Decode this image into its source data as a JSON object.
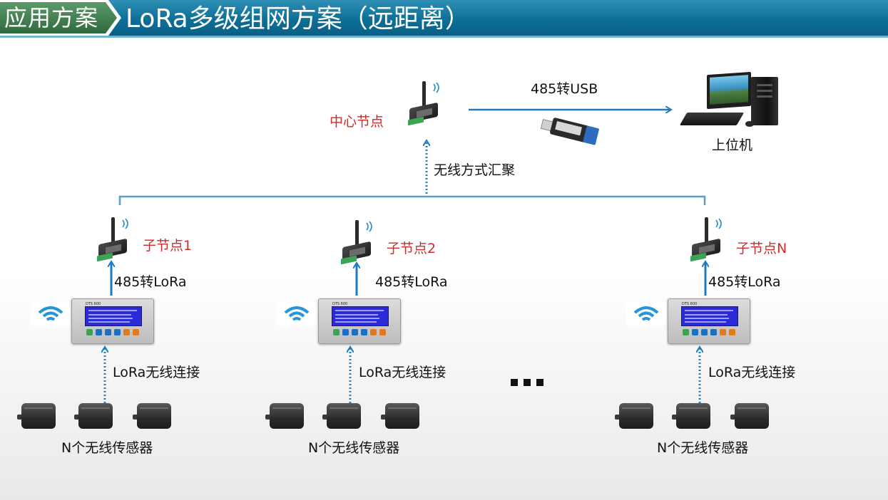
{
  "header": {
    "tag": "应用方案",
    "title": "LoRa多级组网方案（远距离）"
  },
  "central": {
    "node_label": "中心节点",
    "link_label": "485转USB",
    "pc_label": "上位机",
    "aggregate_label": "无线方式汇聚"
  },
  "branches": [
    {
      "node_label": "子节点1",
      "uplink_label": "485转LoRa",
      "wireless_label": "LoRa无线连接",
      "sensors_label": "N个无线传感器"
    },
    {
      "node_label": "子节点2",
      "uplink_label": "485转LoRa",
      "wireless_label": "LoRa无线连接",
      "sensors_label": "N个无线传感器"
    },
    {
      "node_label": "子节点N",
      "uplink_label": "485转LoRa",
      "wireless_label": "LoRa无线连接",
      "sensors_label": "N个无线传感器"
    }
  ],
  "device": {
    "panel_model": "DTS 600"
  },
  "colors": {
    "header_blue": "#0d6f98",
    "tag_green": "#3f7d4d",
    "arrow_blue": "#1e7ac0",
    "node_red": "#d22a2a",
    "wifi_blue": "#2596d6"
  },
  "icons": [
    "lora-gateway-icon",
    "wifi-icon",
    "dts-panel-icon",
    "wireless-sensor-icon",
    "pc-icon",
    "usb-converter-icon"
  ]
}
